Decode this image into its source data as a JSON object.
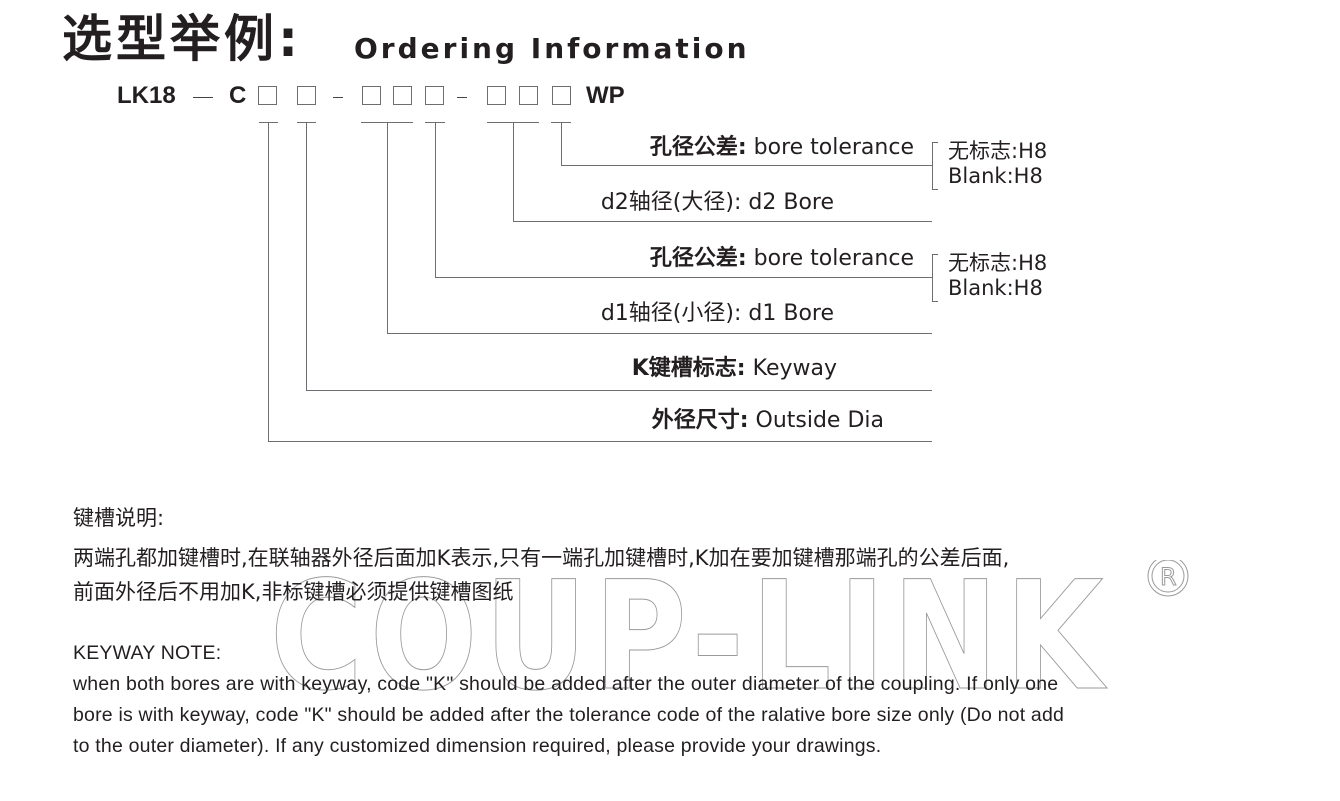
{
  "header": {
    "title_cn": "选型举例:",
    "title_en": "Ordering Information"
  },
  "code": {
    "prefix": "LK18",
    "separator_long": "—",
    "type_letter": "C",
    "suffix": "WP",
    "box_groups": [
      2,
      3,
      3
    ]
  },
  "fields": [
    {
      "cn": "孔径公差:",
      "en": "bore tolerance",
      "options": [
        "无标志:H8",
        "Blank:H8"
      ]
    },
    {
      "cn": "d2轴径(大径):",
      "en": "d2 Bore"
    },
    {
      "cn": "孔径公差:",
      "en": "bore tolerance",
      "options": [
        "无标志:H8",
        "Blank:H8"
      ]
    },
    {
      "cn": "d1轴径(小径):",
      "en": "d1 Bore"
    },
    {
      "cn": "K键槽标志:",
      "en": "Keyway"
    },
    {
      "cn": "外径尺寸:",
      "en": "Outside Dia"
    }
  ],
  "keyway_note_cn": {
    "heading": "键槽说明:",
    "lines": [
      "两端孔都加键槽时,在联轴器外径后面加K表示,只有一端孔加键槽时,K加在要加键槽那端孔的公差后面,",
      "前面外径后不用加K,非标键槽必须提供键槽图纸"
    ]
  },
  "keyway_note_en": {
    "heading": "KEYWAY NOTE:",
    "lines": [
      "when both bores are with keyway, code \"K\" should be added after the outer diameter of the coupling. If only one",
      "bore is with keyway, code \"K\" should be added after the tolerance code of the ralative bore size only (Do not add",
      "to the outer diameter). If any customized dimension required, please provide your drawings."
    ]
  },
  "watermark": {
    "text": "COUP-LINK",
    "mark": "R"
  },
  "colors": {
    "text": "#231f20",
    "line": "#6d6e71",
    "watermark_stroke": "#9a9a9a"
  }
}
